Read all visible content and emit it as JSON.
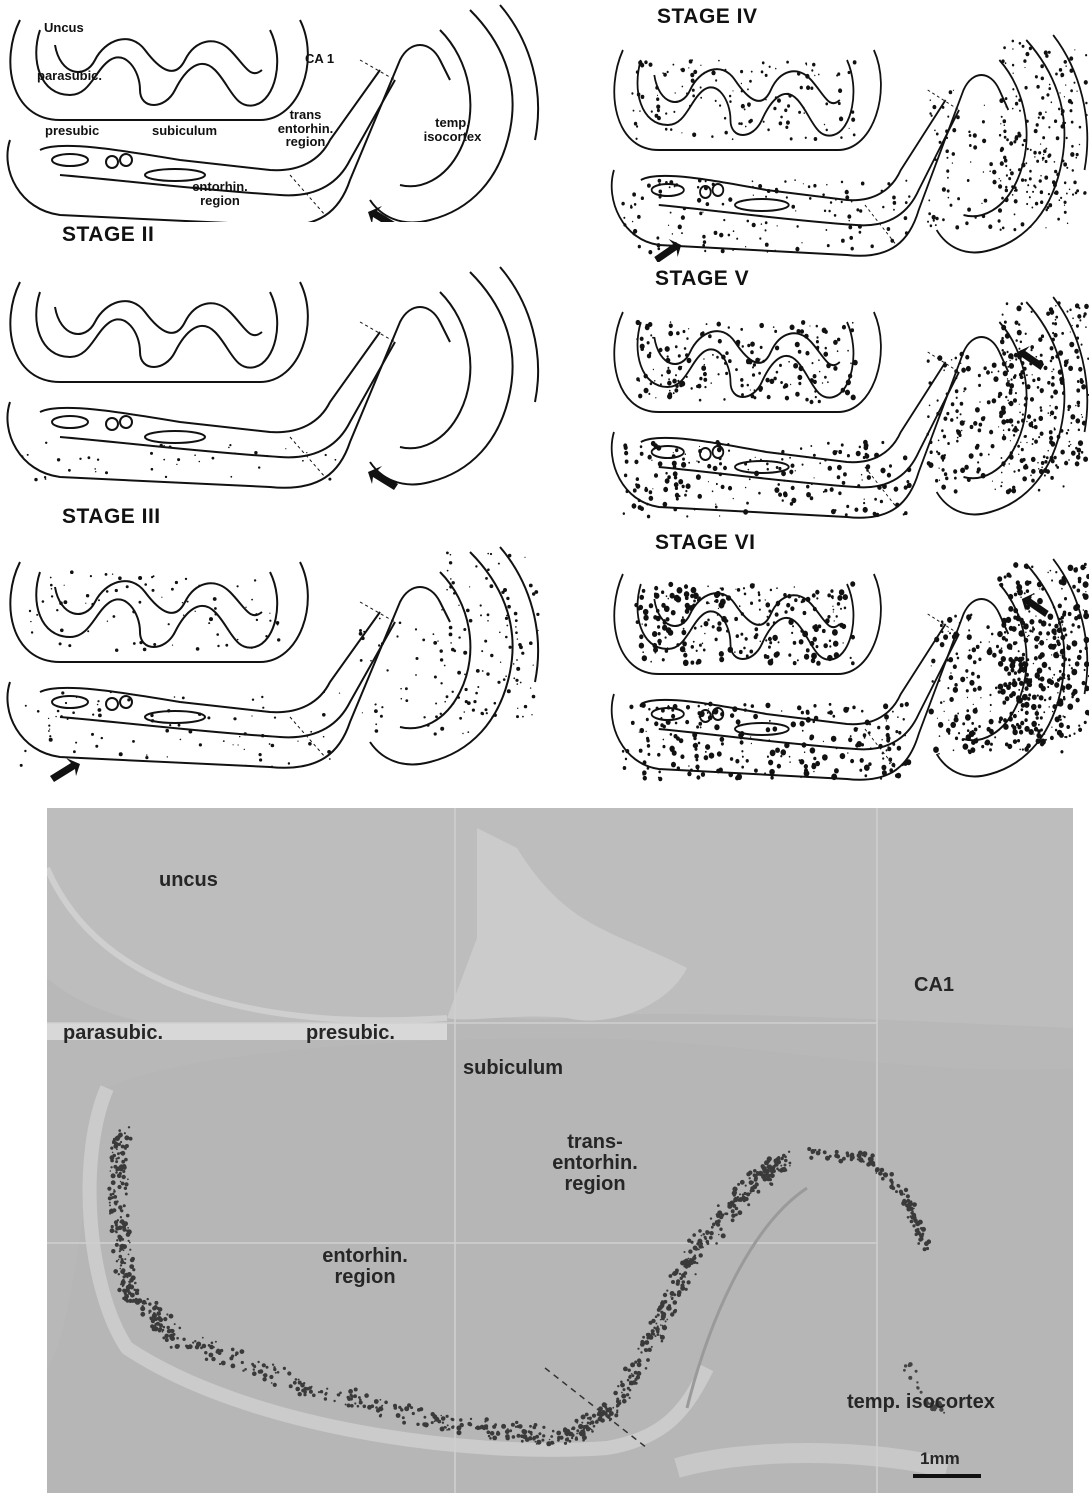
{
  "stage1_labels": {
    "uncus": "Uncus",
    "parasubic": "parasubic.",
    "ca1": "CA 1",
    "presubic": "presubic",
    "subiculum": "subiculum",
    "trans_line1": "trans",
    "trans_line2": "entorhin.",
    "trans_line3": "region",
    "temp_line1": "temp.",
    "temp_line2": "isocortex",
    "ento_line1": "entorhin.",
    "ento_line2": "region"
  },
  "stages": {
    "ii": "STAGE II",
    "iii": "STAGE III",
    "iv": "STAGE IV",
    "v": "STAGE V",
    "vi": "STAGE VI"
  },
  "photo_labels": {
    "uncus": "uncus",
    "ca1": "CA1",
    "parasubic": "parasubic.",
    "presubic": "presubic.",
    "subiculum": "subiculum",
    "trans_line1": "trans-",
    "trans_line2": "entorhin.",
    "trans_line3": "region",
    "ento_line1": "entorhin.",
    "ento_line2": "region",
    "temp": "temp. isocortex",
    "scale": "1mm"
  },
  "density_levels": {
    "stage_i": 0.05,
    "stage_ii": 0.15,
    "stage_iii": 0.3,
    "stage_iv": 0.5,
    "stage_v": 0.75,
    "stage_vi": 0.95
  },
  "colors": {
    "ink": "#111111",
    "tissue_photo": "#b9b9b9",
    "tissue_light": "#cfcfcf",
    "stain": "#3a3a3a"
  }
}
